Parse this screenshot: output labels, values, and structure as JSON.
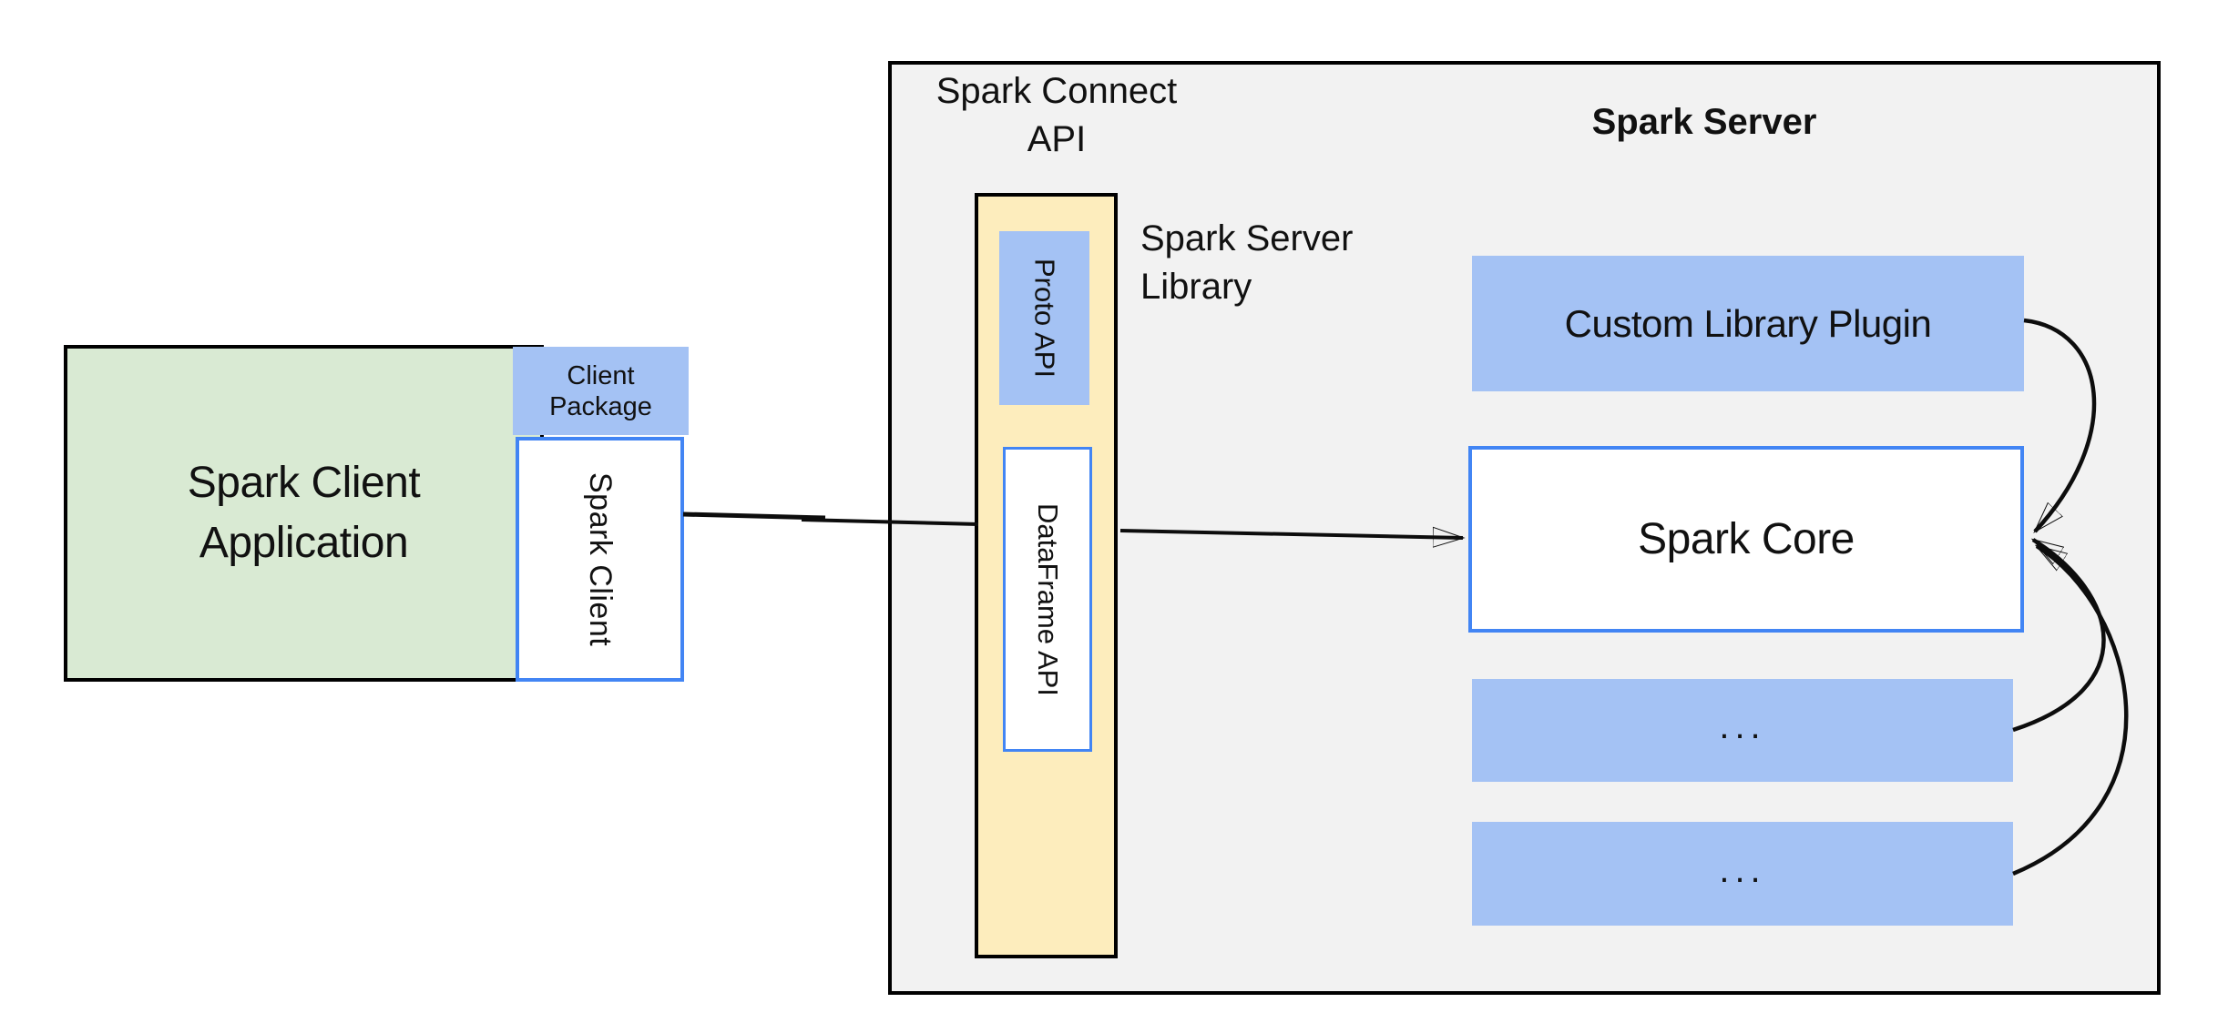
{
  "diagram": {
    "client": {
      "app_line1": "Spark Client",
      "app_line2": "Application",
      "package_line1": "Client",
      "package_line2": "Package",
      "spark_client": "Spark Client"
    },
    "connect": {
      "title_line1": "Spark Connect",
      "title_line2": "API",
      "proto_api": "Proto API",
      "dataframe_api": "DataFrame API",
      "server_library_line1": "Spark Server",
      "server_library_line2": "Library"
    },
    "server": {
      "title": "Spark Server",
      "plugin": "Custom Library Plugin",
      "core": "Spark Core",
      "ellipsis1": "...",
      "ellipsis2": "..."
    },
    "colors": {
      "green": "#d9ead3",
      "blue": "#a4c2f4",
      "yellow": "#fdedbd",
      "gray": "#f2f2f2",
      "border_blue": "#4285f4",
      "line": "#0d0d0d"
    }
  }
}
